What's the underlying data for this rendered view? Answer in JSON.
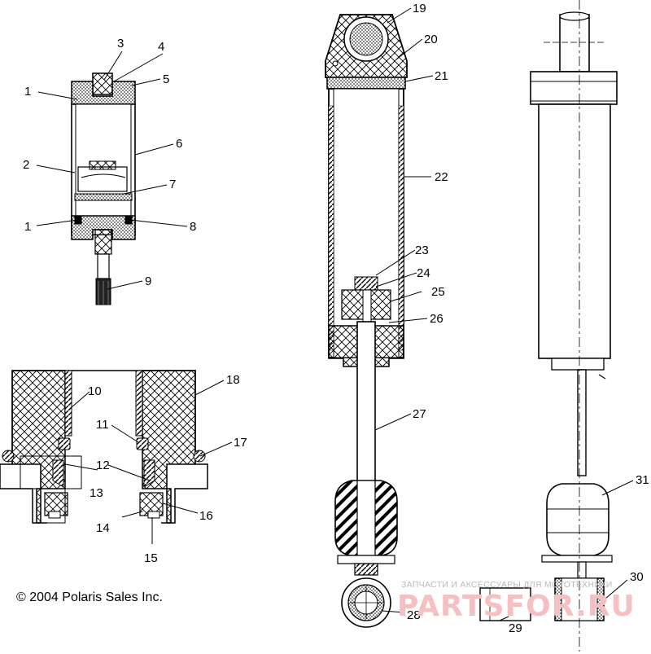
{
  "callouts": [
    {
      "id": "c1a",
      "text": "1"
    },
    {
      "id": "c2",
      "text": "2"
    },
    {
      "id": "c3",
      "text": "3"
    },
    {
      "id": "c4",
      "text": "4"
    },
    {
      "id": "c5",
      "text": "5"
    },
    {
      "id": "c6",
      "text": "6"
    },
    {
      "id": "c7",
      "text": "7"
    },
    {
      "id": "c1b",
      "text": "1"
    },
    {
      "id": "c8",
      "text": "8"
    },
    {
      "id": "c9",
      "text": "9"
    },
    {
      "id": "c10",
      "text": "10"
    },
    {
      "id": "c11",
      "text": "11"
    },
    {
      "id": "c12",
      "text": "12"
    },
    {
      "id": "c13",
      "text": "13"
    },
    {
      "id": "c14",
      "text": "14"
    },
    {
      "id": "c15",
      "text": "15"
    },
    {
      "id": "c16",
      "text": "16"
    },
    {
      "id": "c17",
      "text": "17"
    },
    {
      "id": "c18",
      "text": "18"
    },
    {
      "id": "c19",
      "text": "19"
    },
    {
      "id": "c20",
      "text": "20"
    },
    {
      "id": "c21",
      "text": "21"
    },
    {
      "id": "c22",
      "text": "22"
    },
    {
      "id": "c23",
      "text": "23"
    },
    {
      "id": "c24",
      "text": "24"
    },
    {
      "id": "c25",
      "text": "25"
    },
    {
      "id": "c26",
      "text": "26"
    },
    {
      "id": "c27",
      "text": "27"
    },
    {
      "id": "c28",
      "text": "28"
    },
    {
      "id": "c29",
      "text": "29"
    },
    {
      "id": "c30",
      "text": "30"
    },
    {
      "id": "c31",
      "text": "31"
    }
  ],
  "copyright": "© 2004 Polaris Sales Inc.",
  "watermark": {
    "tagline": "ЗАПЧАСТИ И АКСЕССУАРЫ ДЛЯ МОТОТЕХНИКИ",
    "brand": "PARTSFOR.RU",
    "brand_color": "#e23a3f"
  }
}
